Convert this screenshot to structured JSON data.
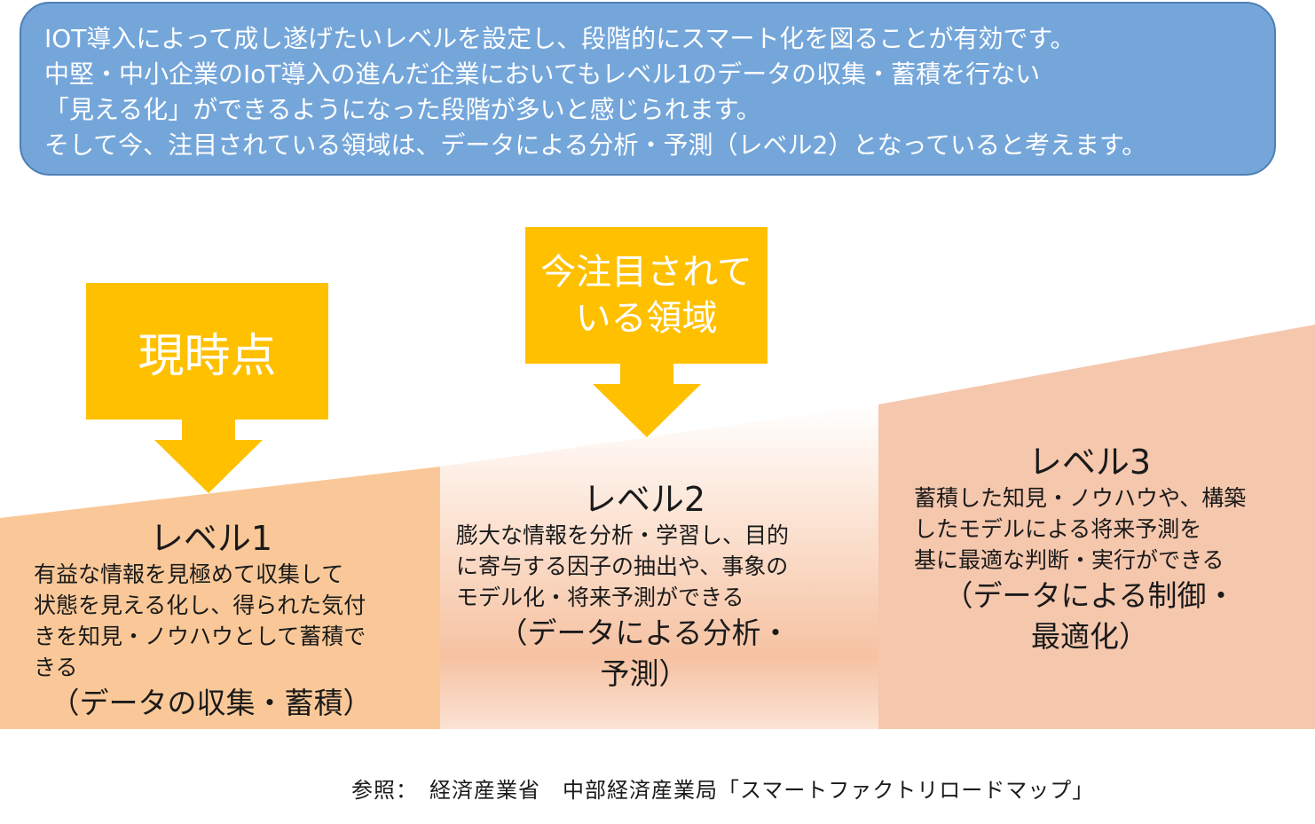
{
  "banner": {
    "lines": [
      "IOT導入によって成し遂げたいレベルを設定し、段階的にスマート化を図ることが有効です。",
      "中堅・中小企業のIoT導入の進んだ企業においてもレベル1のデータの収集・蓄積を行ない",
      "「見える化」ができるようになった段階が多いと感じられます。",
      "そして今、注目されている領域は、データによる分析・予測（レベル2）となっていると考えます。"
    ]
  },
  "callouts": {
    "now": "現時点",
    "focus_line1": "今注目されて",
    "focus_line2": "いる領域"
  },
  "levels": [
    {
      "title": "レベル1",
      "desc": [
        "有益な情報を見極めて収集して",
        "状態を見える化し、得られた気付",
        "きを知見・ノウハウとして蓄積で",
        "きる"
      ],
      "tag": [
        "（データの収集・蓄積）"
      ]
    },
    {
      "title": "レベル2",
      "desc": [
        "膨大な情報を分析・学習し、目的",
        "に寄与する因子の抽出や、事象の",
        "モデル化・将来予測ができる"
      ],
      "tag": [
        "（データによる分析・",
        "予測）"
      ]
    },
    {
      "title": "レベル3",
      "desc": [
        "蓄積した知見・ノウハウや、構築",
        "したモデルによる将来予測を",
        "基に最適な判断・実行ができる"
      ],
      "tag": [
        "（データによる制御・",
        "最適化）"
      ]
    }
  ],
  "reference": "参照：　経済産業省　中部経済産業局「スマートファクトリロードマップ」",
  "colors": {
    "banner_fill": "#74a6da",
    "banner_border": "#4f7fb4",
    "callout": "#ffc000",
    "level1_fill": "#fac898",
    "level2_fill": "#f6c2a2",
    "level3_fill": "#f5c7ad"
  }
}
